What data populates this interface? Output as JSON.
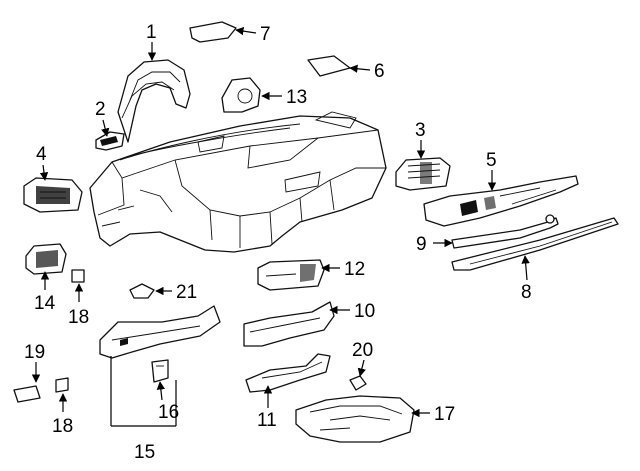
{
  "colors": {
    "line": "#111111",
    "background": "#ffffff"
  },
  "callouts": [
    {
      "id": "c1",
      "number": "1"
    },
    {
      "id": "c2",
      "number": "2"
    },
    {
      "id": "c3",
      "number": "3"
    },
    {
      "id": "c4",
      "number": "4"
    },
    {
      "id": "c5",
      "number": "5"
    },
    {
      "id": "c6",
      "number": "6"
    },
    {
      "id": "c7",
      "number": "7"
    },
    {
      "id": "c8",
      "number": "8"
    },
    {
      "id": "c9",
      "number": "9"
    },
    {
      "id": "c10",
      "number": "10"
    },
    {
      "id": "c11",
      "number": "11"
    },
    {
      "id": "c12",
      "number": "12"
    },
    {
      "id": "c13",
      "number": "13"
    },
    {
      "id": "c14",
      "number": "14"
    },
    {
      "id": "c15",
      "number": "15"
    },
    {
      "id": "c16",
      "number": "16"
    },
    {
      "id": "c17",
      "number": "17"
    },
    {
      "id": "c18a",
      "number": "18"
    },
    {
      "id": "c18b",
      "number": "18"
    },
    {
      "id": "c19",
      "number": "19"
    },
    {
      "id": "c20",
      "number": "20"
    },
    {
      "id": "c21",
      "number": "21"
    }
  ]
}
